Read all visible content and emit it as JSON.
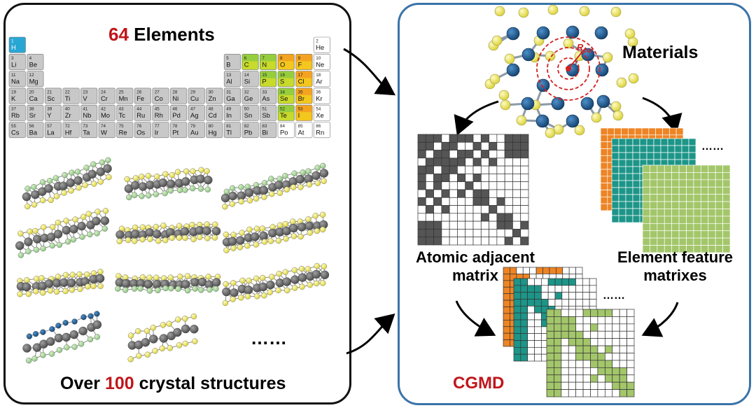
{
  "left_panel": {
    "heading_count": "64",
    "heading_text": " Elements",
    "footer_prefix": "Over ",
    "footer_count": "100",
    "footer_suffix": " crystal structures",
    "more_dots": "……"
  },
  "periodic_table": {
    "colors": {
      "hydrogen": "#29a7d4",
      "selected_orange": "#f4a321",
      "selected_yellow": "#f2e51e",
      "selected_green": "#95cd3d",
      "included": "#c8c8c8",
      "excluded": "#ffffff"
    },
    "elements": [
      {
        "n": "1",
        "s": "H",
        "c": "hydrogen"
      },
      {
        "n": "2",
        "s": "He",
        "c": "excluded"
      },
      {
        "n": "3",
        "s": "Li",
        "c": "included"
      },
      {
        "n": "4",
        "s": "Be",
        "c": "included"
      },
      {
        "n": "5",
        "s": "B",
        "c": "included"
      },
      {
        "n": "6",
        "s": "C",
        "c": "selected_green"
      },
      {
        "n": "7",
        "s": "N",
        "c": "selected_green"
      },
      {
        "n": "8",
        "s": "O",
        "c": "selected_orange"
      },
      {
        "n": "9",
        "s": "F",
        "c": "selected_orange"
      },
      {
        "n": "10",
        "s": "Ne",
        "c": "excluded"
      },
      {
        "n": "11",
        "s": "Na",
        "c": "included"
      },
      {
        "n": "12",
        "s": "Mg",
        "c": "included"
      },
      {
        "n": "13",
        "s": "Al",
        "c": "included"
      },
      {
        "n": "14",
        "s": "Si",
        "c": "included"
      },
      {
        "n": "15",
        "s": "P",
        "c": "selected_green"
      },
      {
        "n": "16",
        "s": "S",
        "c": "selected_green"
      },
      {
        "n": "17",
        "s": "Cl",
        "c": "selected_orange"
      },
      {
        "n": "18",
        "s": "Ar",
        "c": "excluded"
      },
      {
        "n": "19",
        "s": "K",
        "c": "included"
      },
      {
        "n": "20",
        "s": "Ca",
        "c": "included"
      },
      {
        "n": "21",
        "s": "Sc",
        "c": "included"
      },
      {
        "n": "22",
        "s": "Ti",
        "c": "included"
      },
      {
        "n": "23",
        "s": "V",
        "c": "included"
      },
      {
        "n": "24",
        "s": "Cr",
        "c": "included"
      },
      {
        "n": "25",
        "s": "Mn",
        "c": "included"
      },
      {
        "n": "26",
        "s": "Fe",
        "c": "included"
      },
      {
        "n": "27",
        "s": "Co",
        "c": "included"
      },
      {
        "n": "28",
        "s": "Ni",
        "c": "included"
      },
      {
        "n": "29",
        "s": "Cu",
        "c": "included"
      },
      {
        "n": "30",
        "s": "Zn",
        "c": "included"
      },
      {
        "n": "31",
        "s": "Ga",
        "c": "included"
      },
      {
        "n": "32",
        "s": "Ge",
        "c": "included"
      },
      {
        "n": "33",
        "s": "As",
        "c": "included"
      },
      {
        "n": "34",
        "s": "Se",
        "c": "selected_green"
      },
      {
        "n": "35",
        "s": "Br",
        "c": "selected_orange"
      },
      {
        "n": "36",
        "s": "Kr",
        "c": "excluded"
      },
      {
        "n": "37",
        "s": "Rb",
        "c": "included"
      },
      {
        "n": "38",
        "s": "Sr",
        "c": "included"
      },
      {
        "n": "39",
        "s": "Y",
        "c": "included"
      },
      {
        "n": "40",
        "s": "Zr",
        "c": "included"
      },
      {
        "n": "41",
        "s": "Nb",
        "c": "included"
      },
      {
        "n": "42",
        "s": "Mo",
        "c": "included"
      },
      {
        "n": "43",
        "s": "Tc",
        "c": "included"
      },
      {
        "n": "44",
        "s": "Ru",
        "c": "included"
      },
      {
        "n": "45",
        "s": "Rh",
        "c": "included"
      },
      {
        "n": "46",
        "s": "Pd",
        "c": "included"
      },
      {
        "n": "47",
        "s": "Ag",
        "c": "included"
      },
      {
        "n": "48",
        "s": "Cd",
        "c": "included"
      },
      {
        "n": "49",
        "s": "In",
        "c": "included"
      },
      {
        "n": "50",
        "s": "Sn",
        "c": "included"
      },
      {
        "n": "51",
        "s": "Sb",
        "c": "included"
      },
      {
        "n": "52",
        "s": "Te",
        "c": "selected_green"
      },
      {
        "n": "53",
        "s": "I",
        "c": "selected_orange"
      },
      {
        "n": "54",
        "s": "Xe",
        "c": "excluded"
      },
      {
        "n": "55",
        "s": "Cs",
        "c": "included"
      },
      {
        "n": "56",
        "s": "Ba",
        "c": "included"
      },
      {
        "n": "57",
        "s": "La",
        "c": "included"
      },
      {
        "n": "72",
        "s": "Hf",
        "c": "included"
      },
      {
        "n": "73",
        "s": "Ta",
        "c": "included"
      },
      {
        "n": "74",
        "s": "W",
        "c": "included"
      },
      {
        "n": "75",
        "s": "Re",
        "c": "included"
      },
      {
        "n": "76",
        "s": "Os",
        "c": "included"
      },
      {
        "n": "77",
        "s": "Ir",
        "c": "included"
      },
      {
        "n": "78",
        "s": "Pt",
        "c": "included"
      },
      {
        "n": "79",
        "s": "Au",
        "c": "included"
      },
      {
        "n": "80",
        "s": "Hg",
        "c": "included"
      },
      {
        "n": "81",
        "s": "Tl",
        "c": "included"
      },
      {
        "n": "82",
        "s": "Pb",
        "c": "included"
      },
      {
        "n": "83",
        "s": "Bi",
        "c": "included"
      },
      {
        "n": "84",
        "s": "Po",
        "c": "excluded"
      },
      {
        "n": "85",
        "s": "At",
        "c": "excluded"
      },
      {
        "n": "86",
        "s": "Rn",
        "c": "excluded"
      }
    ]
  },
  "right_panel": {
    "materials_label": "Materials",
    "r_cut_main": "R",
    "r_cut_sub": "cut",
    "adjacent_label_line1": "Atomic adjacent",
    "adjacent_label_line2": "matrix",
    "feature_label_line1": "Element feature",
    "feature_label_line2": "matrixes",
    "cgmd_label": "CGMD",
    "more_dots": "……"
  },
  "colors": {
    "left_border": "#111111",
    "right_border": "#3a73a8",
    "accent_red": "#c0161b",
    "atom_dark": "#1d5b8f",
    "atom_yellow": "#f7f48c",
    "matrix_dark": "#555555",
    "matrix_orange": "#ee8424",
    "matrix_teal": "#1d9588",
    "matrix_green": "#a3c66a"
  }
}
